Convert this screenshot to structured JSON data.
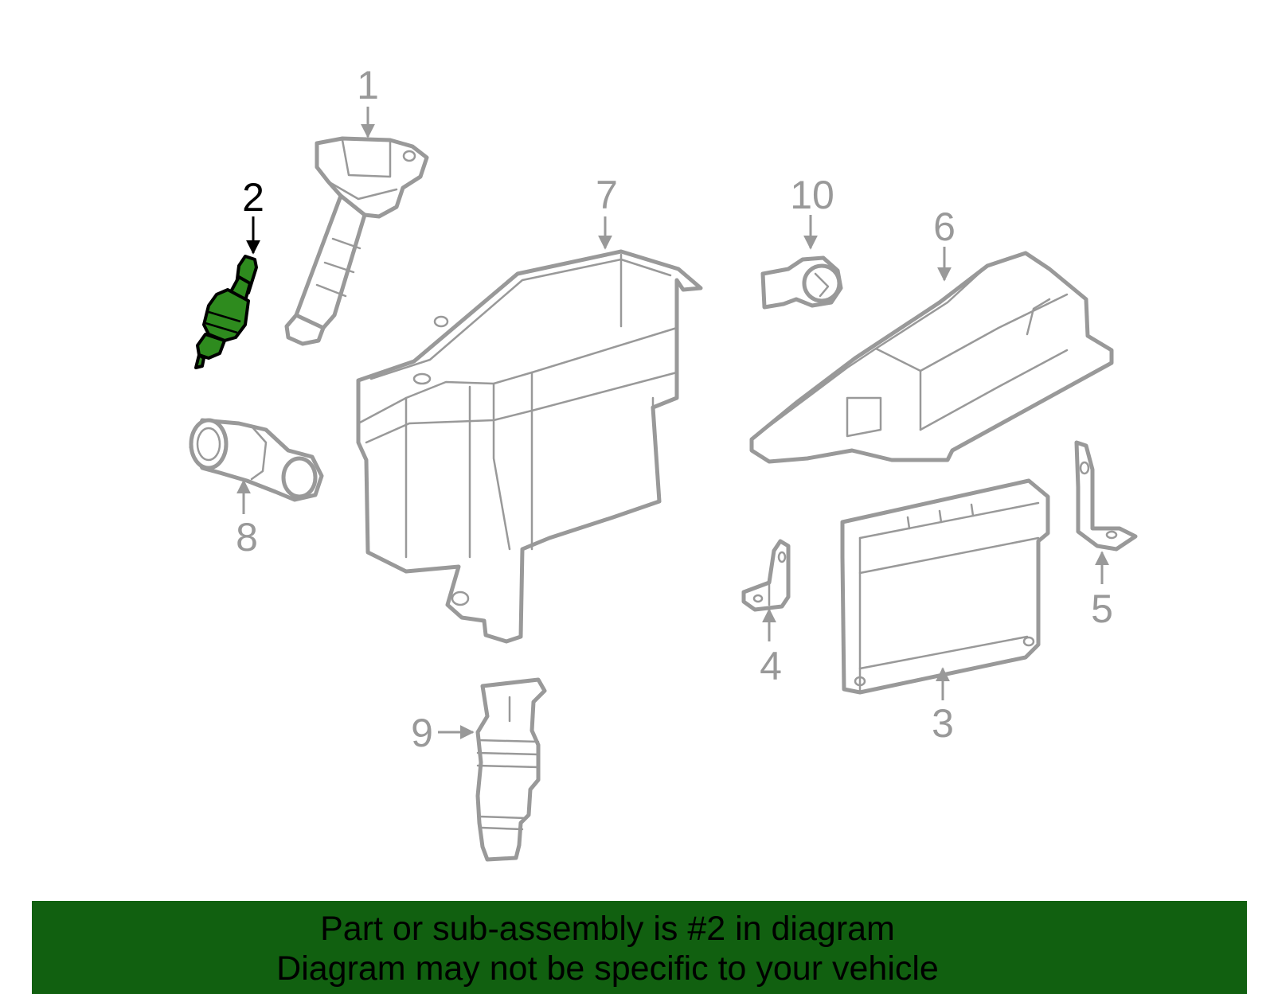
{
  "diagram": {
    "highlighted_part": "2",
    "highlight_color": "#2e8b1e",
    "line_color": "#999999",
    "callouts": [
      {
        "id": "1",
        "label": "1"
      },
      {
        "id": "2",
        "label": "2"
      },
      {
        "id": "3",
        "label": "3"
      },
      {
        "id": "4",
        "label": "4"
      },
      {
        "id": "5",
        "label": "5"
      },
      {
        "id": "6",
        "label": "6"
      },
      {
        "id": "7",
        "label": "7"
      },
      {
        "id": "8",
        "label": "8"
      },
      {
        "id": "9",
        "label": "9"
      },
      {
        "id": "10",
        "label": "10"
      }
    ]
  },
  "banner": {
    "line1": "Part or sub-assembly is #2 in diagram",
    "line2": "Diagram may not be specific to your vehicle",
    "background_color": "#116010"
  }
}
